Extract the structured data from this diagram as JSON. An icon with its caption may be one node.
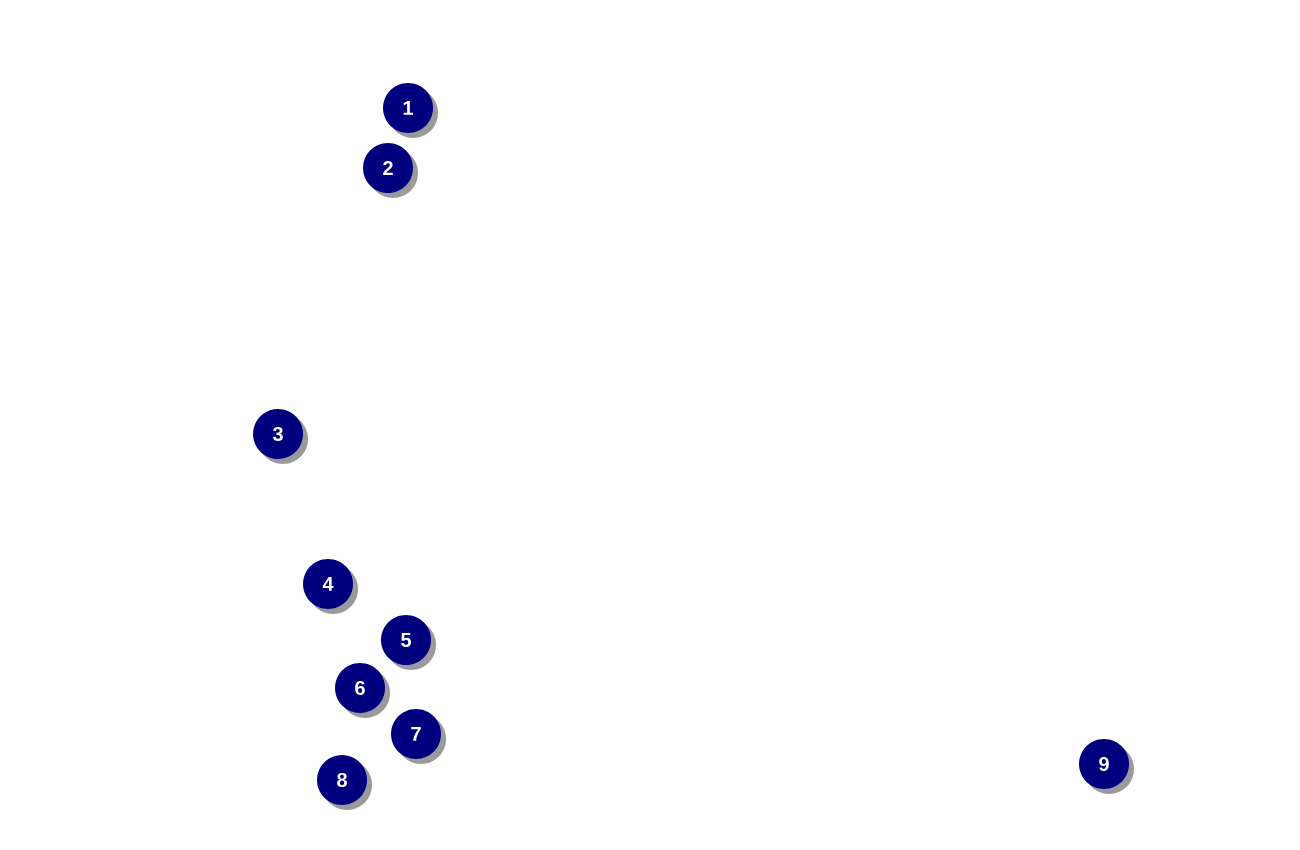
{
  "diagram": {
    "nodes": [
      {
        "text": [
          "1"
        ]
      },
      {
        "text": [
          "2"
        ]
      },
      {
        "text": [
          "3"
        ]
      },
      {
        "text": [
          "4"
        ]
      },
      {
        "text": [
          "5"
        ]
      },
      {
        "text": [
          "6"
        ]
      },
      {
        "text": [
          "7"
        ]
      },
      {
        "text": [
          "8"
        ]
      },
      {
        "text": [
          "9"
        ]
      }
    ]
  }
}
